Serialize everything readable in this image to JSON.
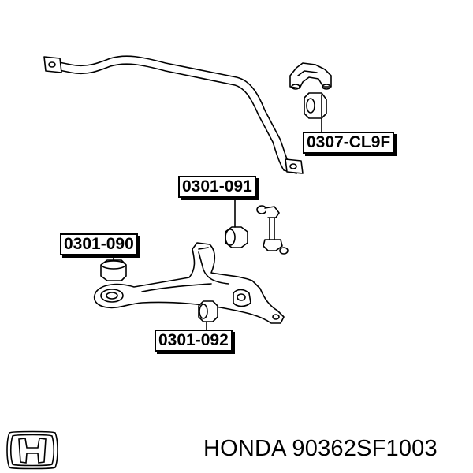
{
  "parts": {
    "stabilizer_bushing": "0307-CL9F",
    "rear_arm_bushing": "0301-091",
    "front_arm_bushing": "0301-090",
    "lower_arm_bushing": "0301-092"
  },
  "footer": {
    "brand": "HONDA",
    "part_number": "90362SF1003"
  },
  "colors": {
    "line": "#000000",
    "background": "#ffffff"
  },
  "icons": {
    "logo": "honda-h-logo"
  }
}
